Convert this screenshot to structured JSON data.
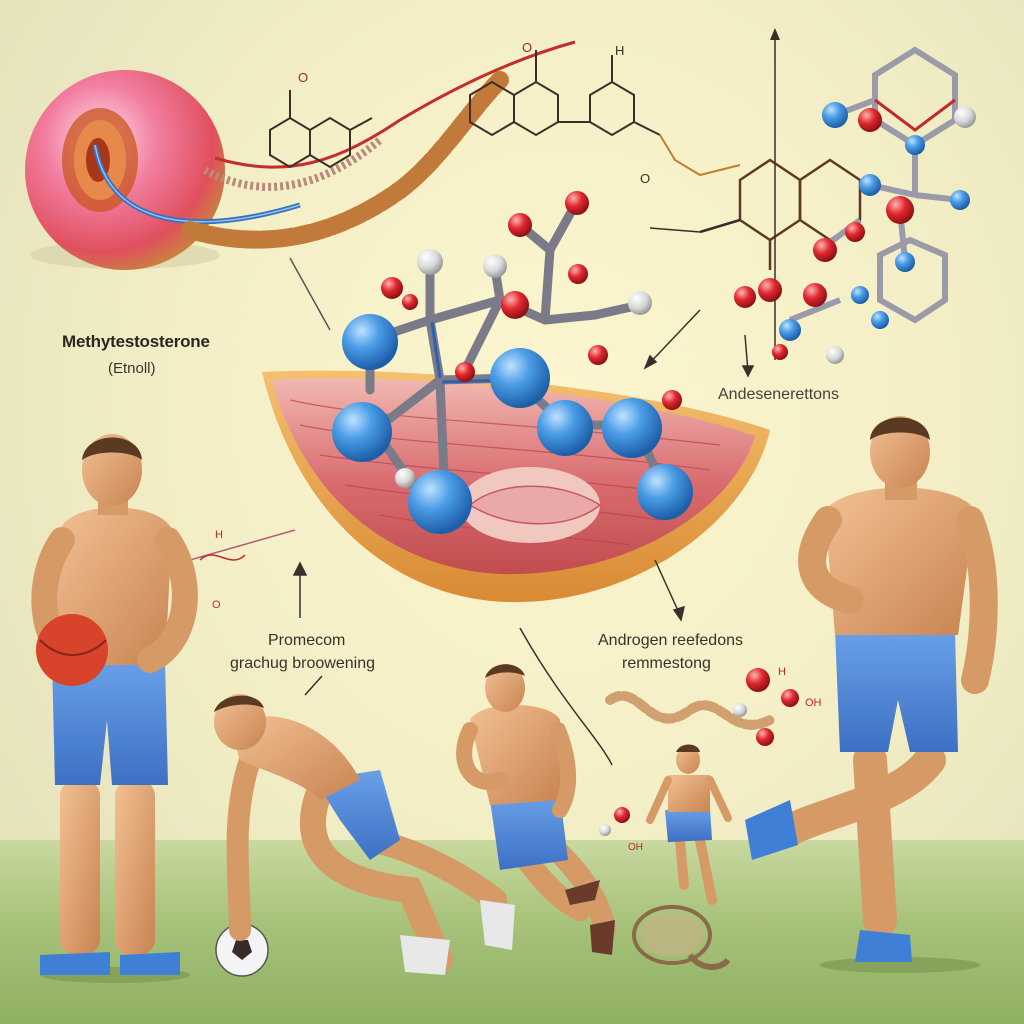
{
  "labels": {
    "compound_name": "Methytestosterone",
    "compound_sub": "(Etnoll)",
    "right_upper": "Andesenerettons",
    "left_middle_line1": "Promecom",
    "left_middle_line2": "grachug broowening",
    "right_middle_line1": "Androgen reefedons",
    "right_middle_line2": "remmestong"
  },
  "atom_letters": {
    "oxygen": "O",
    "hydrogen": "H",
    "hydroxyl": "OH"
  },
  "colors": {
    "background": "#f6f1c9",
    "ground": "#a7c27a",
    "atom_blue": "#3d8ed8",
    "atom_red": "#d8262a",
    "atom_white": "#e8e8e8",
    "muscle_red": "#c9515a",
    "skin": "#e0a070",
    "shorts_blue": "#4f86d6",
    "shoe_blue": "#3f7fd6"
  }
}
